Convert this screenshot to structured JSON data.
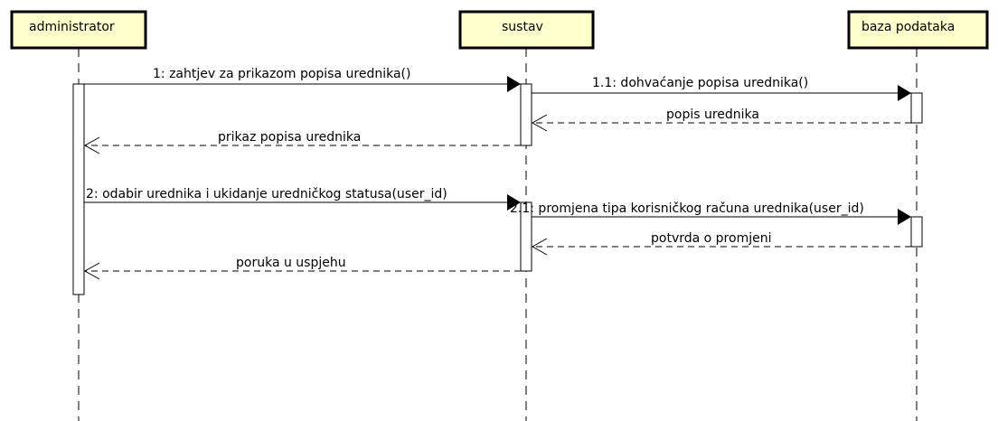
{
  "participants": {
    "administrator": "administrator",
    "sustav": "sustav",
    "baza": "baza podataka"
  },
  "messages": {
    "m1": "1: zahtjev za prikazom popisa urednika()",
    "m1_1": "1.1: dohvaćanje popisa urednika()",
    "r1_1": "popis urednika",
    "r1": "prikaz popisa urednika",
    "m2": "2: odabir urednika i ukidanje uredničkog statusa(user_id)",
    "m2_1": "2.1: promjena tipa korisničkog računa urednika(user_id)",
    "r2_1": "potvrda o promjeni",
    "r2": "poruka u uspjehu"
  },
  "colors": {
    "participant_fill": "#FFFFCC",
    "activation_fill": "#FFFFFF",
    "line": "#000000"
  }
}
